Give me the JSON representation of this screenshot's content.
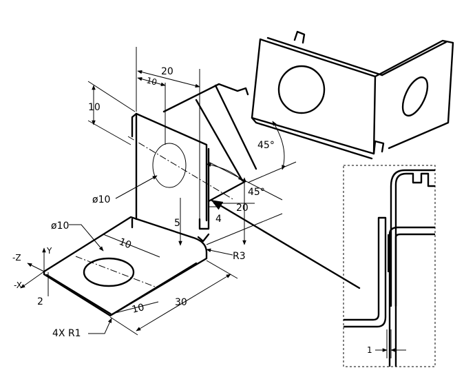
{
  "axes": {
    "y": "Y",
    "neg_z": "-Z",
    "neg_x": "-X"
  },
  "dims": {
    "width_20": "20",
    "offset_10_top": "10",
    "height_10": "10",
    "hole_upper": "ø10",
    "hole_lower": "ø10",
    "base_10_a": "10",
    "base_10_b": "10",
    "length_30": "30",
    "thick_2": "2",
    "corner_radius": "4X R1",
    "slot_5": "5",
    "slot_4": "4",
    "height_20": "20",
    "bend_radius": "R3",
    "angle_a": "45°",
    "angle_b": "45°",
    "detail_1": "1"
  }
}
